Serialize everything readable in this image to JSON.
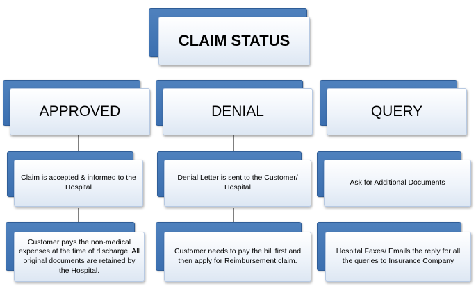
{
  "title": "CLAIM STATUS",
  "branches": [
    {
      "heading": "APPROVED",
      "step1": "Claim is accepted & informed to the Hospital",
      "step2": "Customer pays the non-medical expenses at the time of discharge. All original documents are retained by the Hospital."
    },
    {
      "heading": "DENIAL",
      "step1": "Denial Letter is sent to the Customer/ Hospital",
      "step2": "Customer needs to pay the bill first and then apply for Reimbursement claim."
    },
    {
      "heading": "QUERY",
      "step1": "Ask for Additional Documents",
      "step2": "Hospital Faxes/ Emails the reply for all the queries to Insurance Company"
    }
  ],
  "colors": {
    "box_back": "#4f81bd",
    "box_front": "#eef3fa",
    "connector": "#7f7f7f"
  }
}
